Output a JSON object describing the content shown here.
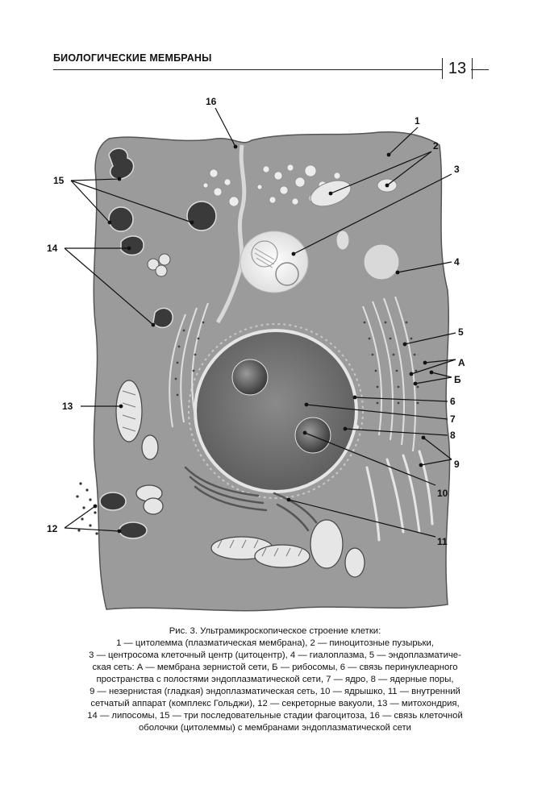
{
  "header": {
    "running_title": "БИОЛОГИЧЕСКИЕ МЕМБРАНЫ",
    "page_number": "13"
  },
  "figure": {
    "labels": {
      "l1": "1",
      "l2": "2",
      "l3": "3",
      "l4": "4",
      "l5": "5",
      "lA": "А",
      "lB": "Б",
      "l6": "6",
      "l7": "7",
      "l8": "8",
      "l9": "9",
      "l10": "10",
      "l11": "11",
      "l12": "12",
      "l13": "13",
      "l14": "14",
      "l15": "15",
      "l16": "16"
    },
    "colors": {
      "cell_fill": "#9b9b9b",
      "nucleus_fill": "#6e6e6e",
      "organelle_light": "#e8e8e8",
      "organelle_dark": "#3a3a3a",
      "leader_line": "#111111"
    }
  },
  "caption": {
    "lines": [
      "Рис. 3. Ультрамикроскопическое строение клетки:",
      "1 — цитолемма (плазматическая мембрана), 2 — пиноцитозные пузырьки,",
      "3 — центросома клеточный центр (цитоцентр), 4 — гиалоплазма, 5 — эндоплазматиче-",
      "ская сеть: А — мембрана зернистой сети, Б — рибосомы, 6 — связь перинуклеарного",
      "пространства с полостями эндоплазматической сети, 7 — ядро, 8 — ядерные поры,",
      "9 — незернистая (гладкая) эндоплазматическая сеть, 10 — ядрышко, 11 — внутренний",
      "сетчатый аппарат (комплекс Гольджи), 12 — секреторные вакуоли, 13 — митохондрия,",
      "14 — липосомы, 15 — три последовательные стадии фагоцитоза, 16 — связь клеточной",
      "оболочки (цитолеммы) с мембранами эндоплазматической сети"
    ]
  }
}
